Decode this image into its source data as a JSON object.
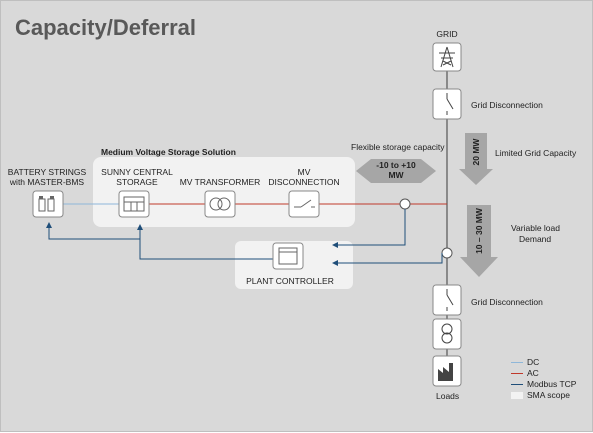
{
  "title": "Capacity/Deferral",
  "grid_label": "GRID",
  "grid_disconnection_top": "Grid Disconnection",
  "grid_disconnection_bottom": "Grid Disconnection",
  "limited_grid_capacity": "Limited Grid Capacity",
  "limited_grid_value": "20 MW",
  "variable_load_line1": "Variable load",
  "variable_load_line2": "Demand",
  "variable_load_value": "10 – 30 MW",
  "flexible_storage_label": "Flexible storage capacity",
  "flexible_storage_value_line1": "-10 to +10",
  "flexible_storage_value_line2": "MW",
  "mvss_title": "Medium Voltage Storage Solution",
  "battery_label_line1": "BATTERY STRINGS",
  "battery_label_line2": "with MASTER-BMS",
  "sunny_central_line1": "SUNNY CENTRAL",
  "sunny_central_line2": "STORAGE",
  "mv_transformer": "MV TRANSFORMER",
  "mv_disconnection_line1": "MV",
  "mv_disconnection_line2": "DISCONNECTION",
  "plant_controller": "PLANT CONTROLLER",
  "loads_label": "Loads",
  "legend": {
    "items": [
      {
        "label": "DC",
        "color": "#8fb7d9"
      },
      {
        "label": "AC",
        "color": "#c0392b"
      },
      {
        "label": "Modbus TCP",
        "color": "#1f4e79"
      },
      {
        "label": "SMA scope",
        "color": "#f2f2f2"
      }
    ]
  },
  "colors": {
    "ac_line": "#c0392b",
    "dc_line": "#8fb7d9",
    "modbus_line": "#1f4e79",
    "grid_line": "#555555",
    "arrow_fill": "#a6a6a6"
  }
}
